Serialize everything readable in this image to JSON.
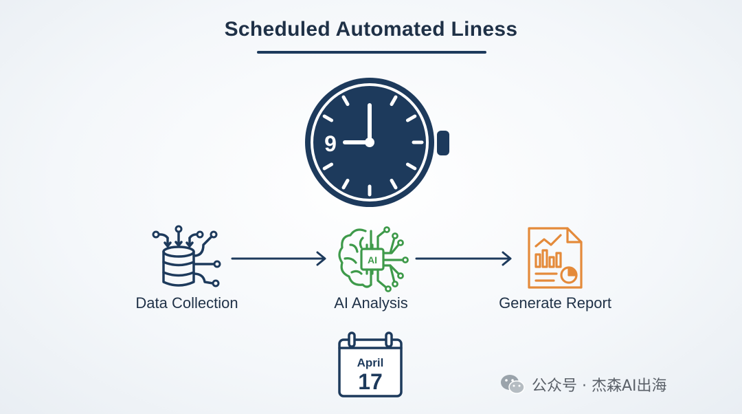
{
  "title": "Scheduled Automated Liness",
  "clock": {
    "hour_label": "9"
  },
  "steps": [
    {
      "label": "Data Collection"
    },
    {
      "label": "AI Analysis",
      "chip_text": "AI"
    },
    {
      "label": "Generate Report"
    }
  ],
  "calendar": {
    "month": "April",
    "day": "17"
  },
  "watermark": {
    "text": "公众号 · 杰森AI出海"
  },
  "colors": {
    "navy": "#1d3a5c",
    "green": "#3e9a4a",
    "orange": "#e48a3a",
    "text": "#1f3147"
  }
}
